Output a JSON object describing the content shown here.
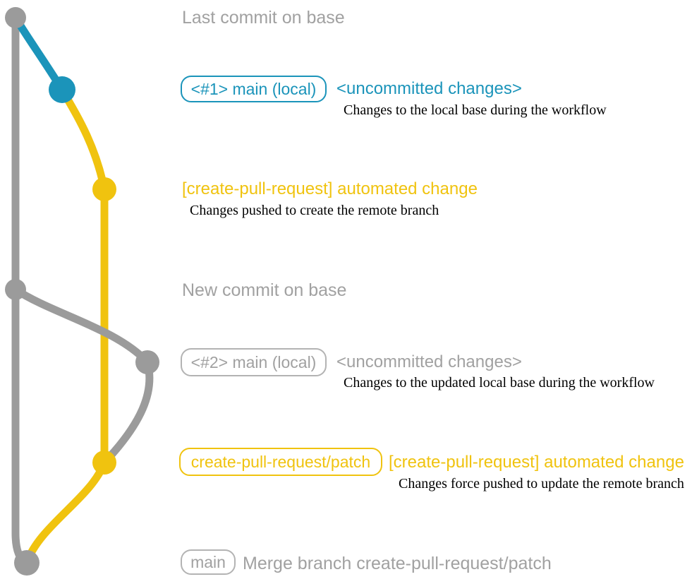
{
  "colors": {
    "gray": "#9b9b9b",
    "gray_text": "#a1a1a1",
    "gray_border": "#b3b3b3",
    "blue": "#1b94ba",
    "yellow": "#f0c30f"
  },
  "sections": {
    "last_commit": {
      "title": "Last commit on base"
    },
    "local_main_1": {
      "branch_label": "<#1> main (local)",
      "status": "<uncommitted changes>",
      "description": "Changes to the local base during the workflow"
    },
    "automated_change_1": {
      "label": "[create-pull-request] automated change",
      "description": "Changes pushed to create the remote branch"
    },
    "new_commit": {
      "title": "New commit on base"
    },
    "local_main_2": {
      "branch_label": "<#2> main (local)",
      "status": "<uncommitted changes>",
      "description": "Changes to the updated local base during the workflow"
    },
    "automated_change_2": {
      "branch_label": "create-pull-request/patch",
      "label": "[create-pull-request] automated change",
      "description": "Changes force pushed to update the remote branch"
    },
    "merge": {
      "branch_label": "main",
      "description": "Merge branch create-pull-request/patch"
    }
  }
}
